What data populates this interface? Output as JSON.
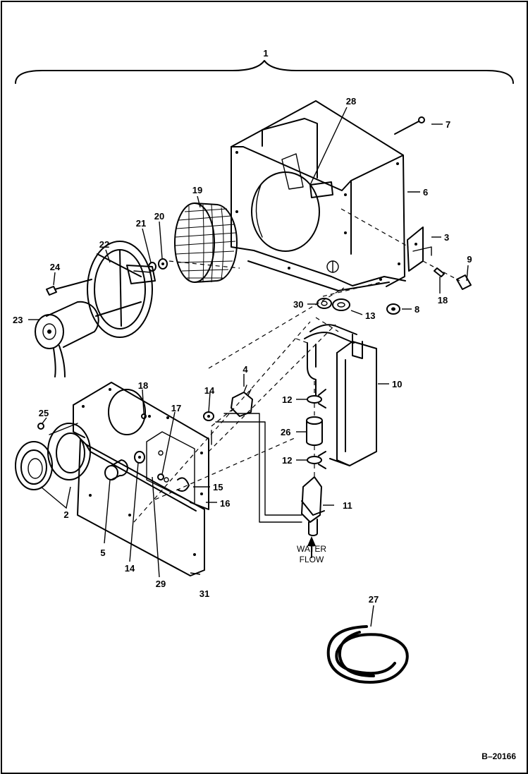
{
  "diagram": {
    "callouts": {
      "c1": "1",
      "c2": "2",
      "c3": "3",
      "c4": "4",
      "c5": "5",
      "c6": "6",
      "c7": "7",
      "c8": "8",
      "c9": "9",
      "c10": "10",
      "c11": "11",
      "c12a": "12",
      "c12b": "12",
      "c13": "13",
      "c14a": "14",
      "c14b": "14",
      "c15": "15",
      "c16": "16",
      "c17": "17",
      "c18a": "18",
      "c18b": "18",
      "c19": "19",
      "c20": "20",
      "c21": "21",
      "c22": "22",
      "c23": "23",
      "c24": "24",
      "c25": "25",
      "c26": "26",
      "c27": "27",
      "c28": "28",
      "c29": "29",
      "c30": "30",
      "c31": "31"
    },
    "water_flow_line1": "WATER",
    "water_flow_line2": "FLOW",
    "reference_code": "B–20166"
  }
}
